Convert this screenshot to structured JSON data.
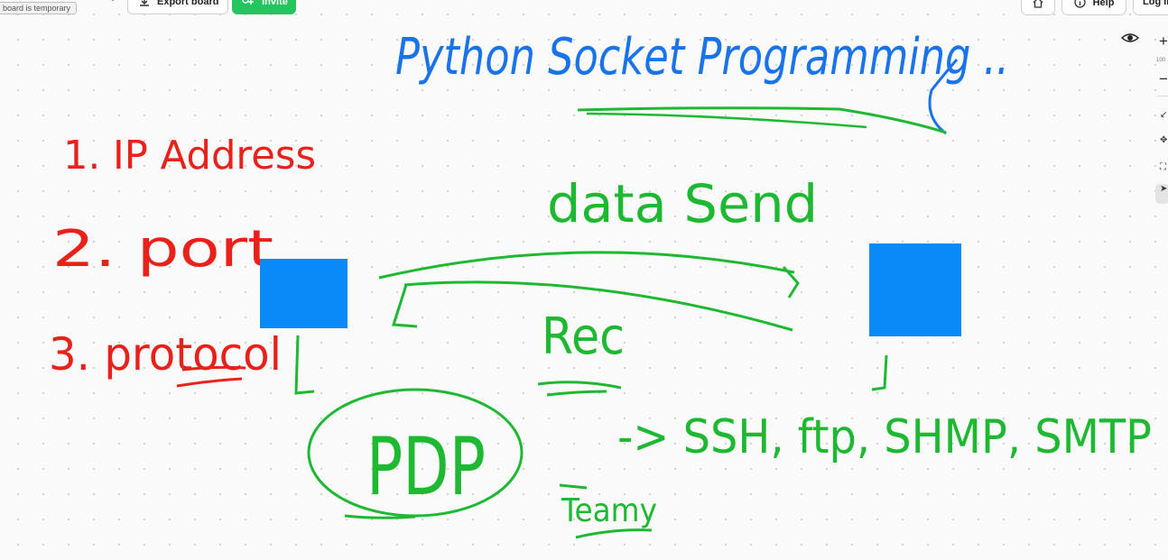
{
  "toolbar": {
    "temp_notice": "board is temporary",
    "export_label": "Export board",
    "invite_label": "Invite",
    "help_label": "Help",
    "login_label": "Log in"
  },
  "zoom": {
    "level": "100"
  },
  "board": {
    "title": "Python Socket Programming ..",
    "list_items": [
      "1. IP Address",
      "2. port",
      "3. protocol"
    ],
    "arrow_top_label": "data Send",
    "arrow_bottom_label": "Rec",
    "protocols": "-> SSH, ftp, SHMP, SMTP",
    "circled": "PDP",
    "under_label": "Teamy",
    "colors": {
      "blue_ink": "#1a73e8",
      "red_ink": "#e8211b",
      "green_ink": "#1fb832",
      "node_fill": "#0a8af6"
    }
  }
}
